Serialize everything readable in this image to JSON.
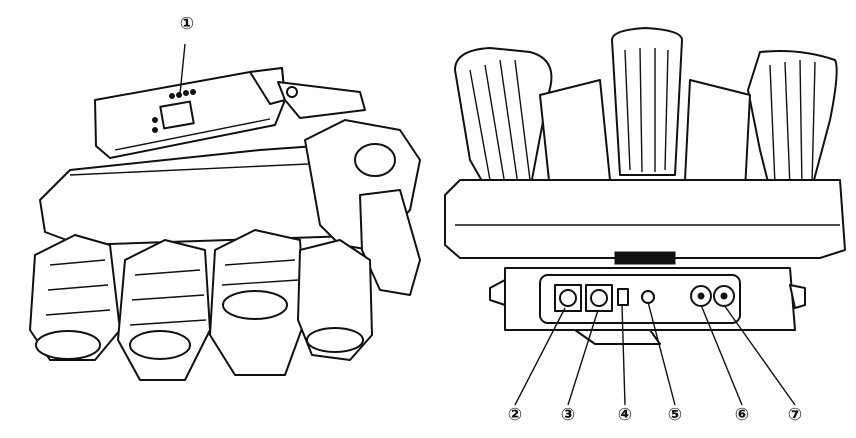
{
  "callouts": [
    {
      "id": "c1",
      "label": "①"
    },
    {
      "id": "c2",
      "label": "②"
    },
    {
      "id": "c3",
      "label": "③"
    },
    {
      "id": "c4",
      "label": "④"
    },
    {
      "id": "c5",
      "label": "⑤"
    },
    {
      "id": "c6",
      "label": "⑥"
    },
    {
      "id": "c7",
      "label": "⑦"
    }
  ],
  "colors": {
    "line": "#111111",
    "background": "#ffffff"
  }
}
